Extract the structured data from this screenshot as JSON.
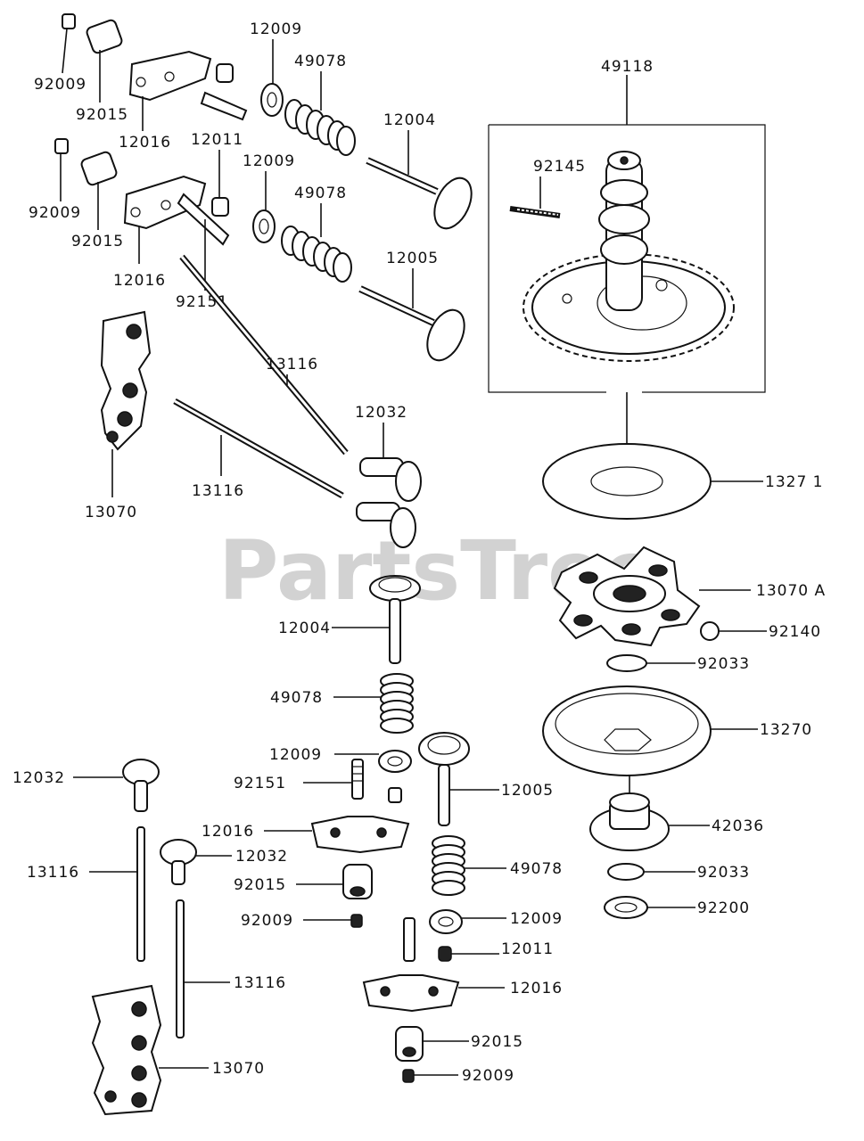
{
  "watermark": "PartsTree",
  "labels": {
    "l_92009_a": "92009",
    "l_92015_a": "92015",
    "l_12016_a": "12016",
    "l_12009_a": "12009",
    "l_49078_a": "49078",
    "l_12011_a": "12011",
    "l_12004_a": "12004",
    "l_12009_b": "12009",
    "l_49078_b": "49078",
    "l_92009_b": "92009",
    "l_92015_b": "92015",
    "l_12016_b": "12016",
    "l_92151_a": "92151",
    "l_12005_a": "12005",
    "l_13116_a": "13116",
    "l_12032_a": "12032",
    "l_13116_b": "13116",
    "l_13070_a": "13070",
    "l_49118": "49118",
    "l_92145": "92145",
    "l_13271": "1327 1",
    "l_13070A": "13070 A",
    "l_92140": "92140",
    "l_92033_a": "92033",
    "l_13270": "13270",
    "l_42036": "42036",
    "l_92033_b": "92033",
    "l_92200": "92200",
    "l_12004_b": "12004",
    "l_49078_c": "49078",
    "l_12009_c": "12009",
    "l_92151_b": "92151",
    "l_12005_b": "12005",
    "l_12016_c": "12016",
    "l_12032_b": "12032",
    "l_12032_c": "12032",
    "l_13116_c": "13116",
    "l_92015_c": "92015",
    "l_92009_c": "92009",
    "l_49078_d": "49078",
    "l_12009_d": "12009",
    "l_12011_b": "12011",
    "l_13116_d": "13116",
    "l_12016_d": "12016",
    "l_92015_d": "92015",
    "l_13070_b": "13070",
    "l_92009_d": "92009"
  }
}
